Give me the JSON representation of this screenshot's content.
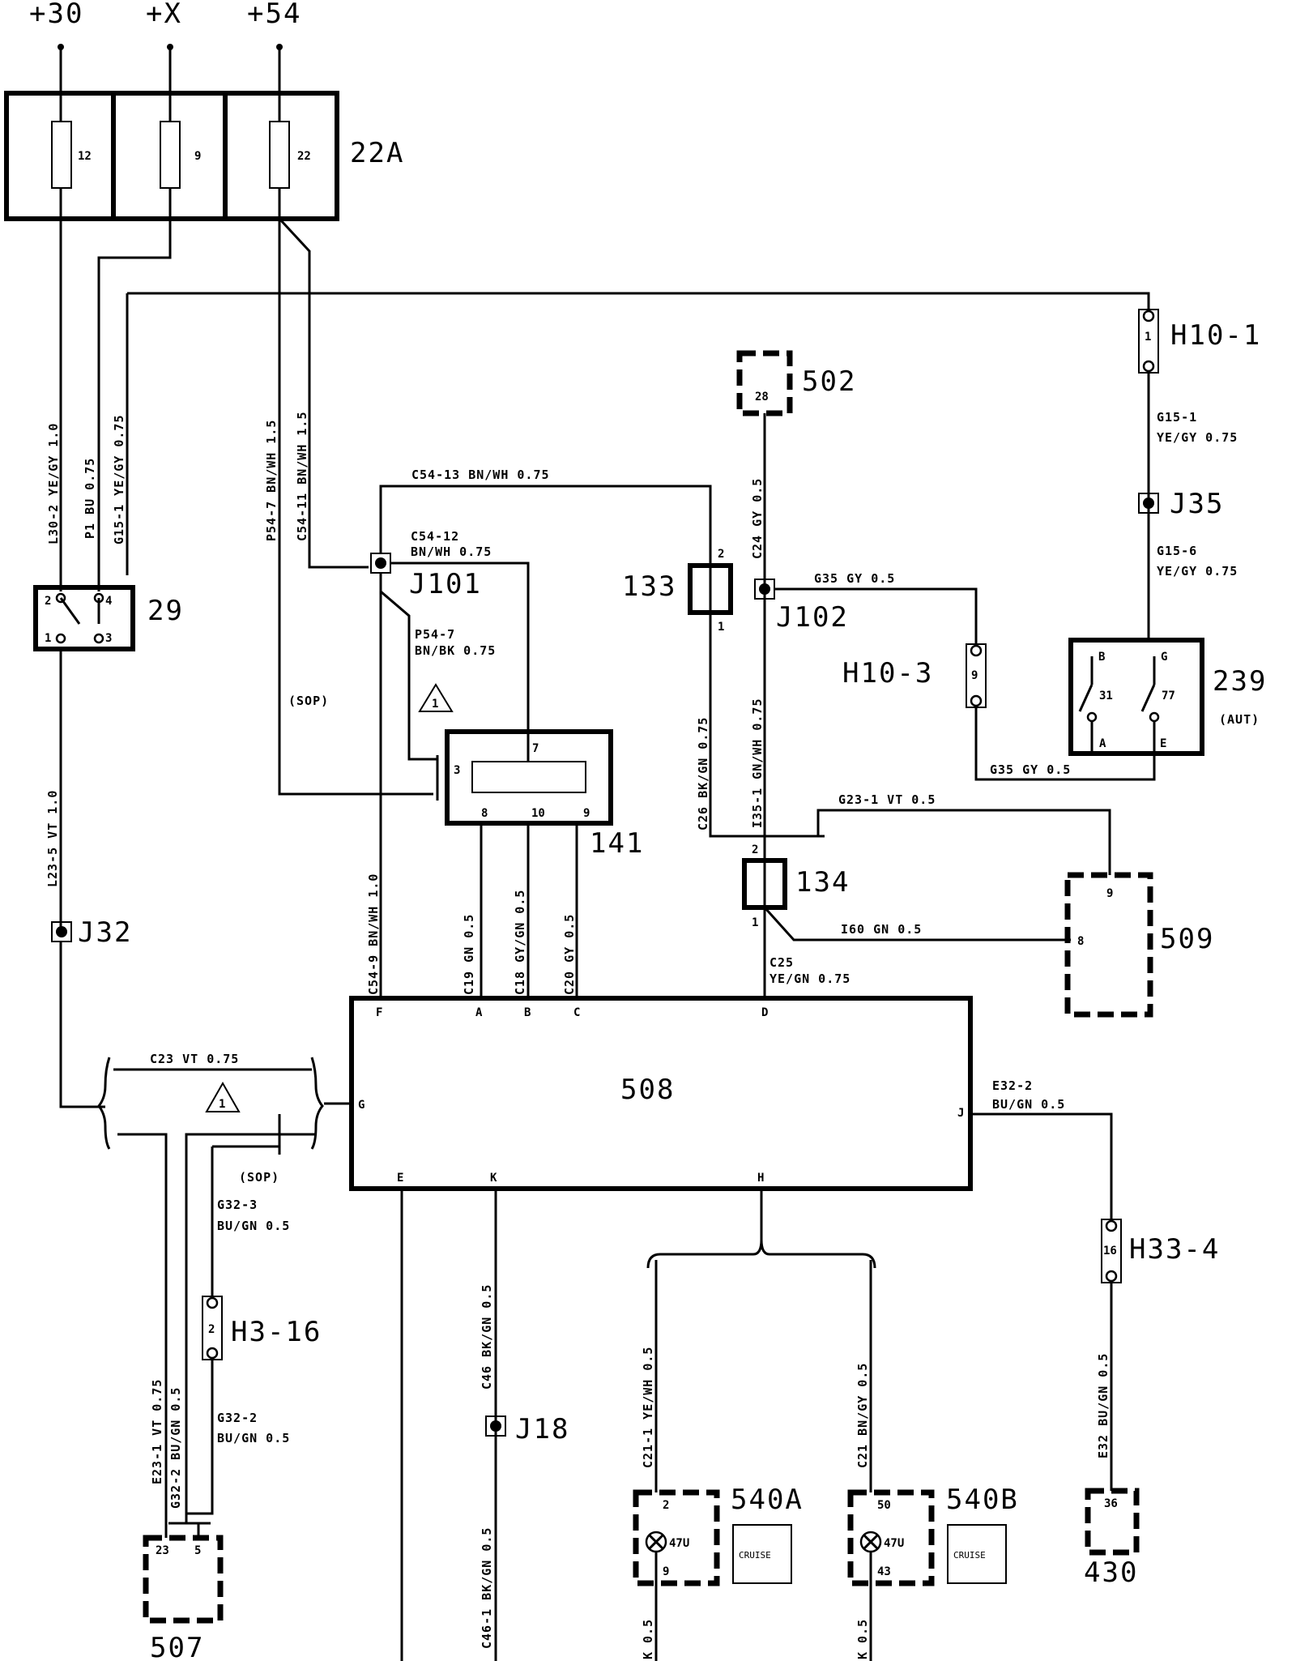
{
  "supplies": {
    "s30": "+30",
    "sx": "+X",
    "s54": "+54"
  },
  "fusebox": {
    "label": "22A",
    "f1": "12",
    "f2": "9",
    "f3": "22"
  },
  "wires": {
    "l30": "L30-2 YE/GY 1.0",
    "p1": "P1 BU 0.75",
    "g151a": "G15-1 YE/GY 0.75",
    "p547a": "P54-7 BN/WH 1.5",
    "c5411": "C54-11 BN/WH 1.5",
    "c5413": "C54-13 BN/WH 0.75",
    "c5412": "C54-12",
    "c5412b": "BN/WH 0.75",
    "p547b": "P54-7",
    "p547bb": "BN/BK 0.75",
    "sop1": "(SOP)",
    "l235": "L23-5 VT 1.0",
    "c549": "C54-9 BN/WH 1.0",
    "c19": "C19 GN 0.5",
    "c18": "C18 GY/GN 0.5",
    "c20": "C20 GY 0.5",
    "c24": "C24 GY 0.5",
    "g35a": "G35 GY 0.5",
    "g35b": "G35 GY 0.5",
    "c26": "C26 BK/GN 0.75",
    "i351": "I35-1 GN/WH 0.75",
    "g231": "G23-1 VT 0.5",
    "i60": "I60 GN 0.5",
    "c25": "C25",
    "c25b": "YE/GN 0.75",
    "g151b": "G15-1",
    "g151bb": "YE/GY 0.75",
    "g156": "G15-6",
    "g156b": "YE/GY 0.75",
    "c23": "C23 VT 0.75",
    "sop2": "(SOP)",
    "g323": "G32-3",
    "g323b": "BU/GN 0.5",
    "g322": "G32-2",
    "g322b": "BU/GN 0.5",
    "e231": "E23-1 VT 0.75",
    "g322v": "G32-2 BU/GN 0.5",
    "c46": "C46 BK/GN 0.5",
    "c461": "C46-1 BK/GN 0.5",
    "c211": "C21-1 YE/WH 0.5",
    "c21": "C21 BN/GY 0.5",
    "e322": "E32-2",
    "e322b": "BU/GN 0.5",
    "e32": "E32 BU/GN 0.5",
    "k05a": "K 0.5",
    "k05b": "K 0.5"
  },
  "components": {
    "c29": "29",
    "c502": "502",
    "p502": "28",
    "j101": "J101",
    "j102": "J102",
    "c133": "133",
    "c141": "141",
    "h101": "H10-1",
    "j35": "J35",
    "h103": "H10-3",
    "c239": "239",
    "aut": "(AUT)",
    "c134": "134",
    "c509": "509",
    "j32": "J32",
    "c508": "508",
    "h33": "H33-4",
    "h316": "H3-16",
    "j18": "J18",
    "c540a": "540A",
    "c540b": "540B",
    "c430": "430",
    "c507": "507",
    "lamp": "47U",
    "cruise": "CRUISE"
  },
  "pins": {
    "sw29": [
      "2",
      "4",
      "1",
      "3"
    ],
    "c141": [
      "7",
      "3",
      "8",
      "10",
      "9"
    ],
    "c508": [
      "F",
      "A",
      "B",
      "C",
      "D",
      "G",
      "J",
      "E",
      "K",
      "H"
    ],
    "c239": [
      "B",
      "G",
      "31",
      "77",
      "A",
      "E"
    ],
    "c133": [
      "2",
      "1"
    ],
    "c134": [
      "2",
      "1"
    ],
    "c509": [
      "9",
      "8"
    ],
    "h101": "1",
    "h103": "9",
    "h334": "16",
    "h316": "2",
    "c507": [
      "23",
      "5"
    ],
    "c540a": [
      "2",
      "9"
    ],
    "c540b": [
      "50",
      "43"
    ],
    "c430": "36",
    "warn": "1"
  }
}
